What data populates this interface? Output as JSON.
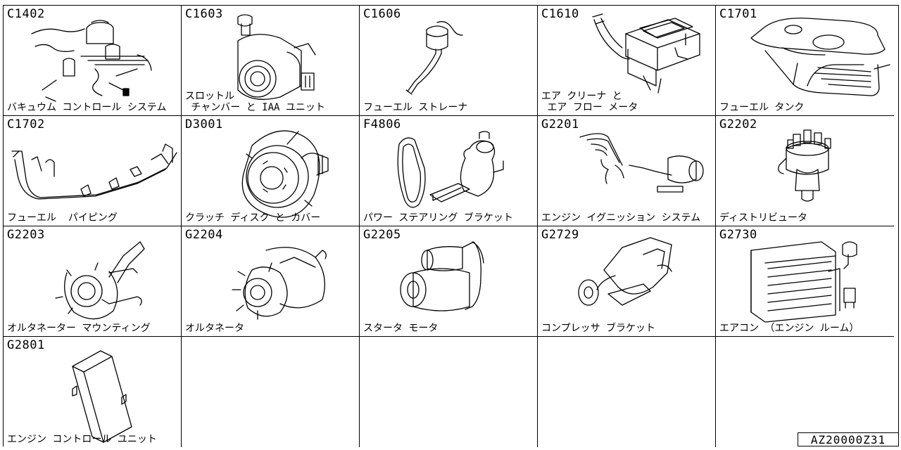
{
  "cells": [
    {
      "code": "C1402",
      "name": "バキュウム コントロール システム",
      "icon": "vacuum-control-diagram"
    },
    {
      "code": "C1603",
      "name": "スロットル\n チャンバー と IAA ユニット",
      "icon": "throttle-chamber-diagram"
    },
    {
      "code": "C1606",
      "name": "フューエル ストレーナ",
      "icon": "fuel-strainer-diagram"
    },
    {
      "code": "C1610",
      "name": "エア クリーナ と\n エア フロー メータ",
      "icon": "air-cleaner-diagram"
    },
    {
      "code": "C1701",
      "name": "フューエル タンク",
      "icon": "fuel-tank-diagram"
    },
    {
      "code": "C1702",
      "name": "フューエル  パイピング",
      "icon": "fuel-piping-diagram"
    },
    {
      "code": "D3001",
      "name": "クラッチ ディスク と カバー",
      "icon": "clutch-disc-diagram"
    },
    {
      "code": "F4806",
      "name": "パワー ステアリング ブラケット",
      "icon": "power-steering-bracket-diagram"
    },
    {
      "code": "G2201",
      "name": "エンジン イグニッション システム",
      "icon": "ignition-system-diagram"
    },
    {
      "code": "G2202",
      "name": "ディストリビュータ",
      "icon": "distributor-diagram"
    },
    {
      "code": "G2203",
      "name": "オルタネーター マウンティング",
      "icon": "alternator-mounting-diagram"
    },
    {
      "code": "G2204",
      "name": "オルタネータ",
      "icon": "alternator-diagram"
    },
    {
      "code": "G2205",
      "name": "スタータ モータ",
      "icon": "starter-motor-diagram"
    },
    {
      "code": "G2729",
      "name": "コンプレッサ ブラケット",
      "icon": "compressor-bracket-diagram"
    },
    {
      "code": "G2730",
      "name": "エアコン （エンジン ルーム）",
      "icon": "air-conditioner-diagram"
    },
    {
      "code": "G2801",
      "name": "エンジン コントロール ユニット",
      "icon": "engine-control-unit-diagram"
    },
    {
      "code": "",
      "name": "",
      "icon": ""
    },
    {
      "code": "",
      "name": "",
      "icon": ""
    },
    {
      "code": "",
      "name": "",
      "icon": ""
    },
    {
      "code": "",
      "name": "",
      "icon": ""
    }
  ],
  "reference_code": "AZ20000Z31"
}
